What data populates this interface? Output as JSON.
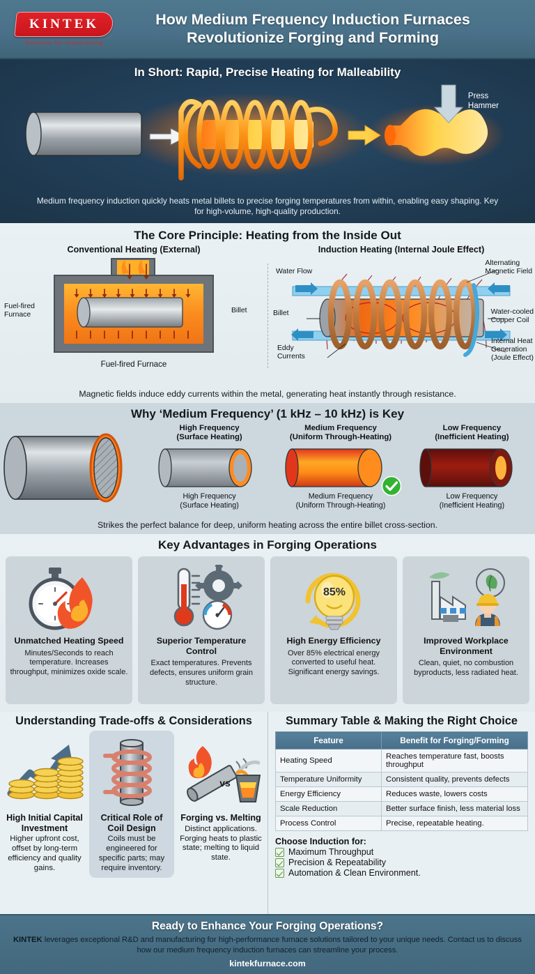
{
  "header": {
    "logo_text": "KINTEK",
    "logo_tagline": "Solution for researching",
    "title": "How Medium Frequency Induction Furnaces Revolutionize Forging and Forming"
  },
  "hero": {
    "title": "In Short: Rapid, Precise Heating for Malleability",
    "press_label": "Press\nHammer",
    "press_label_line1": "Press",
    "press_label_line2": "Hammer",
    "caption": "Medium frequency induction quickly heats metal billets to precise forging temperatures from within, enabling easy shaping. Key for high-volume, high-quality production."
  },
  "core": {
    "title": "The Core Principle: Heating from the Inside Out",
    "left": {
      "heading": "Conventional Heating (External)",
      "label_furnace_l1": "Fuel-fired",
      "label_furnace_l2": "Furnace",
      "label_billet": "Billet",
      "caption": "Fuel-fired Furnace"
    },
    "right": {
      "heading": "Induction Heating (Internal Joule Effect)",
      "label_water_flow": "Water Flow",
      "label_magnetic_l1": "Alternating",
      "label_magnetic_l2": "Magnetic Field",
      "label_billet": "Billet",
      "label_coil_l1": "Water-cooled",
      "label_coil_l2": "Copper Coil",
      "label_eddy_l1": "Eddy",
      "label_eddy_l2": "Currents",
      "label_internal_l1": "Internal Heat",
      "label_internal_l2": "Generation",
      "label_internal_l3": "(Joule Effect)"
    },
    "footer": "Magnetic fields induce eddy currents within the metal, generating heat instantly through resistance."
  },
  "frequency": {
    "title": "Why ‘Medium Frequency’ (1 kHz – 10 kHz) is Key",
    "items": [
      {
        "head_l1": "High Frequency",
        "head_l2": "(Surface Heating)",
        "foot_l1": "High Frequency",
        "foot_l2": "(Surface Heating)",
        "selected": false
      },
      {
        "head_l1": "Medium Frequency",
        "head_l2": "(Uniform Through-Heating)",
        "foot_l1": "Medium Frequency",
        "foot_l2": "(Uniform Through-Heating)",
        "selected": true
      },
      {
        "head_l1": "Low Frequency",
        "head_l2": "(Inefficient Heating)",
        "foot_l1": "Low Frequency",
        "foot_l2": "(Inefficient Heating)",
        "selected": false
      }
    ],
    "note": "Strikes the perfect balance for deep, uniform heating across the entire billet cross-section."
  },
  "advantages": {
    "title": "Key Advantages in Forging Operations",
    "cards": [
      {
        "icon": "stopwatch-flame-icon",
        "title": "Unmatched Heating Speed",
        "desc": "Minutes/Seconds to reach temperature. Increases throughput, minimizes oxide scale."
      },
      {
        "icon": "thermometer-gear-gauge-icon",
        "title": "Superior Temperature Control",
        "desc": "Exact temperatures. Prevents defects, ensures uniform grain structure."
      },
      {
        "icon": "lightbulb-icon",
        "badge": "85%",
        "title": "High Energy Efficiency",
        "desc": "Over 85% electrical energy converted to useful heat. Significant energy savings."
      },
      {
        "icon": "factory-worker-leaf-icon",
        "title": "Improved Workplace Environment",
        "desc": "Clean, quiet, no combustion byproducts, less radiated heat."
      }
    ]
  },
  "tradeoffs": {
    "title": "Understanding Trade-offs & Considerations",
    "cards": [
      {
        "icon": "growth-coins-icon",
        "title": "High Initial Capital Investment",
        "desc": "Higher upfront cost, offset by long-term efficiency and quality gains.",
        "highlight": false
      },
      {
        "icon": "coil-billet-icon",
        "title": "Critical Role of Coil Design",
        "desc": "Coils must be engineered for specific parts; may require inventory.",
        "highlight": true
      },
      {
        "icon": "forging-vs-melting-icon",
        "title": "Forging vs. Melting",
        "desc": "Distinct applications. Forging heats to plastic state; melting to liquid state.",
        "highlight": false,
        "vs_label": "vs"
      }
    ]
  },
  "summary": {
    "title": "Summary Table & Making the Right Choice",
    "table": {
      "columns": [
        "Feature",
        "Benefit for Forging/Forming"
      ],
      "rows": [
        [
          "Heating Speed",
          "Reaches temperature fast, boosts throughput"
        ],
        [
          "Temperature Uniformity",
          "Consistent quality, prevents defects"
        ],
        [
          "Energy Efficiency",
          "Reduces waste, lowers costs"
        ],
        [
          "Scale Reduction",
          "Better surface finish, less material loss"
        ],
        [
          "Process Control",
          "Precise, repeatable heating."
        ]
      ]
    },
    "choose_heading": "Choose Induction for:",
    "choose_items": [
      "Maximum Throughput",
      "Precision & Repeatability",
      "Automation & Clean Environment."
    ]
  },
  "footer": {
    "title": "Ready to Enhance Your Forging Operations?",
    "brand": "KINTEK",
    "body": " leverages exceptional R&D and manufacturing for high-performance furnace solutions tailored to your unique needs. Contact us to discuss how our medium frequency induction furnaces can streamline your process.",
    "website": "kintekfurnace.com"
  },
  "colors": {
    "header_blue": "#4a7189",
    "hero_navy": "#22405a",
    "section_light": "#e9f1f4",
    "section_gray_blue": "#ccd7de",
    "card_gray": "#ccd5da",
    "table_header": "#4e7590",
    "accent_orange": "#f28c1c",
    "accent_red": "#d2201f",
    "check_green": "#4e9c3c"
  }
}
